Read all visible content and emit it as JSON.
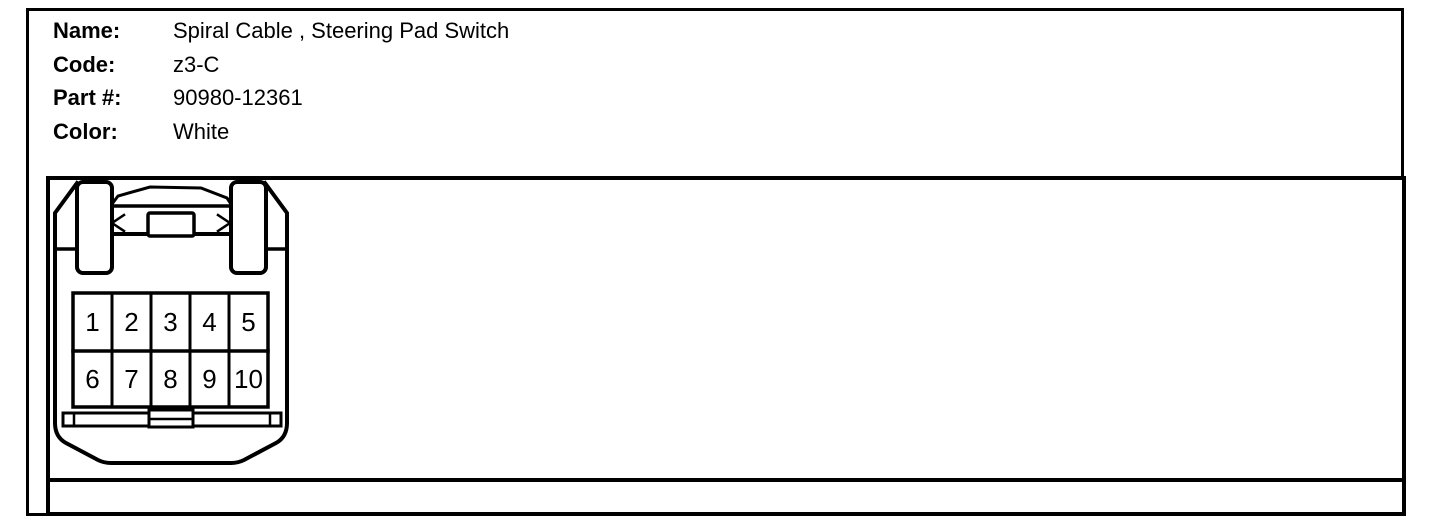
{
  "panel": {
    "fields": [
      {
        "label": "Name:",
        "value": "Spiral Cable , Steering Pad Switch"
      },
      {
        "label": "Code:",
        "value": "z3-C"
      },
      {
        "label": "Part #:",
        "value": "90980-12361"
      },
      {
        "label": "Color:",
        "value": "White"
      }
    ]
  },
  "connector_diagram": {
    "type": "connector-pinout",
    "pin_rows": [
      [
        "1",
        "2",
        "3",
        "4",
        "5"
      ],
      [
        "6",
        "7",
        "8",
        "9",
        "10"
      ]
    ],
    "colors": {
      "line": "#000000",
      "background": "#ffffff"
    }
  }
}
